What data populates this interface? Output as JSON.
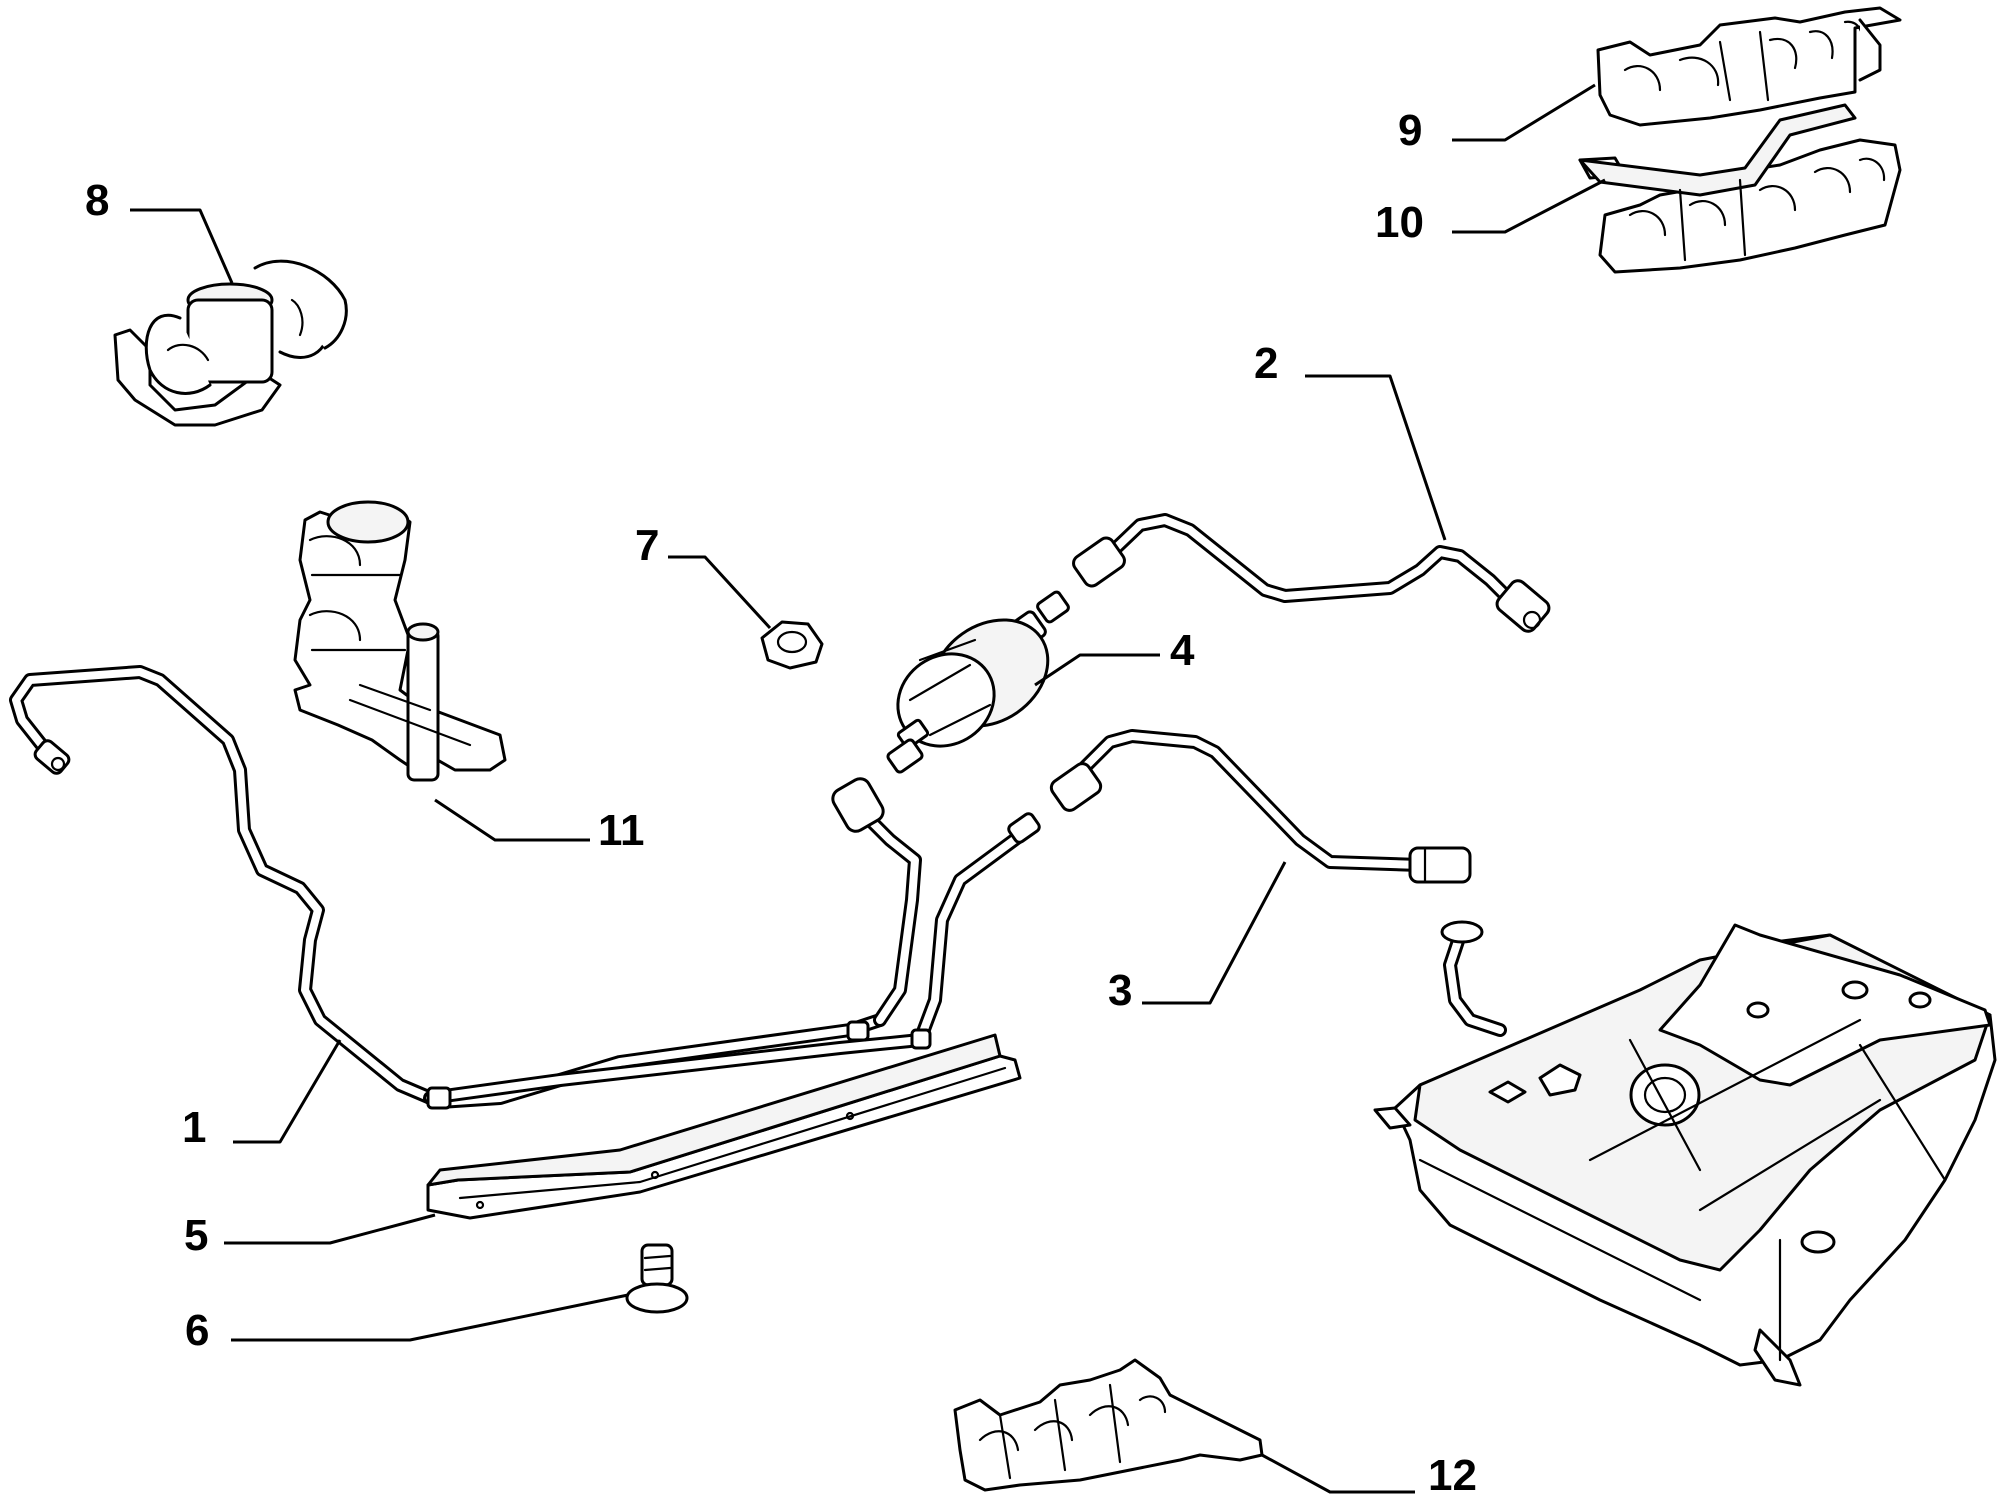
{
  "diagram": {
    "parts": [
      {
        "id": "p1",
        "label": "1"
      },
      {
        "id": "p2",
        "label": "2"
      },
      {
        "id": "p3",
        "label": "3"
      },
      {
        "id": "p4",
        "label": "4"
      },
      {
        "id": "p5",
        "label": "5"
      },
      {
        "id": "p6",
        "label": "6"
      },
      {
        "id": "p7",
        "label": "7"
      },
      {
        "id": "p8",
        "label": "8"
      },
      {
        "id": "p9",
        "label": "9"
      },
      {
        "id": "p10",
        "label": "10"
      },
      {
        "id": "p11",
        "label": "11"
      },
      {
        "id": "p12",
        "label": "12"
      }
    ]
  }
}
